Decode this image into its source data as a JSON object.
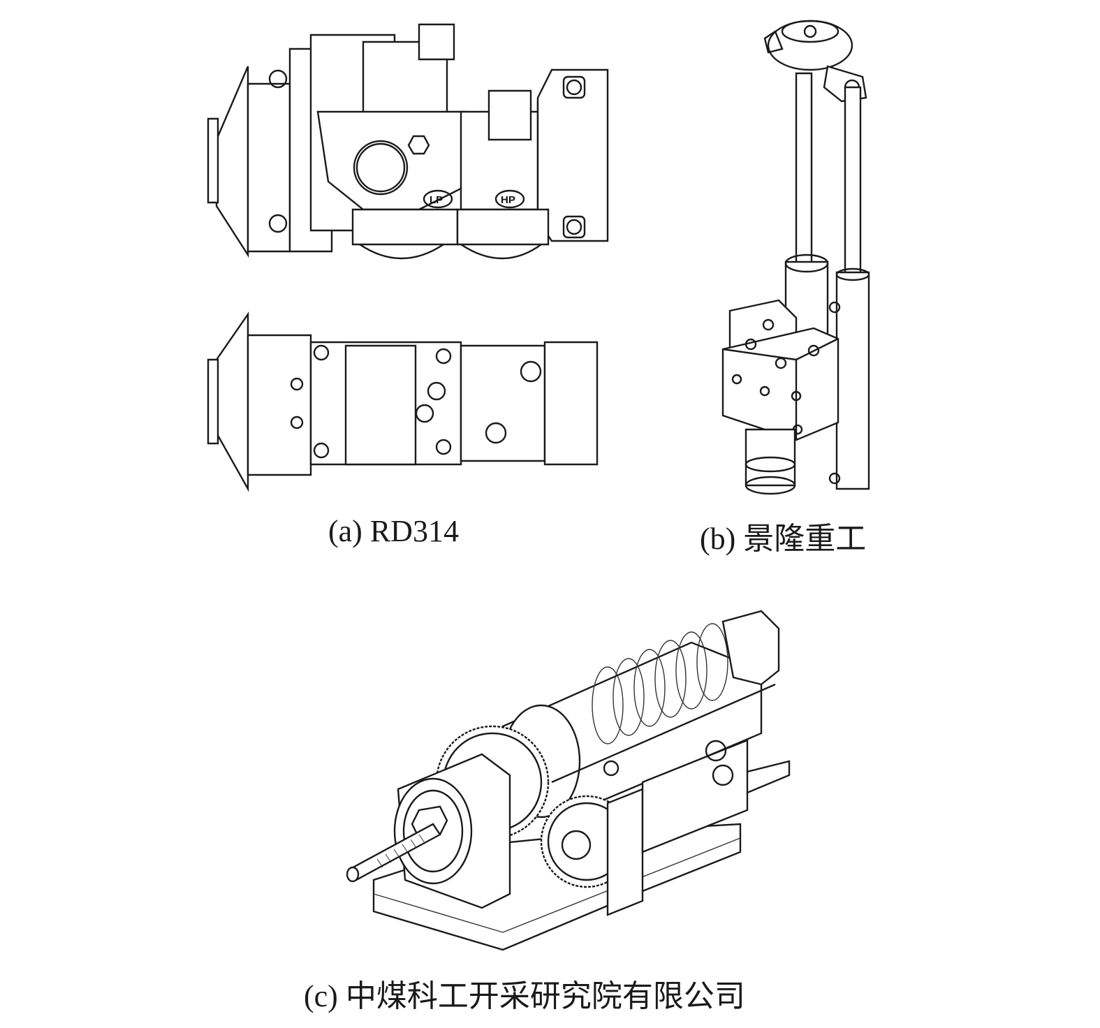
{
  "figure": {
    "panels": [
      {
        "id": "a",
        "caption": "(a) RD314",
        "drawing_labels": [
          "LP",
          "HP"
        ]
      },
      {
        "id": "b",
        "caption": "(b) 景隆重工"
      },
      {
        "id": "c",
        "caption": "(c) 中煤科工开采研究院有限公司"
      }
    ]
  }
}
